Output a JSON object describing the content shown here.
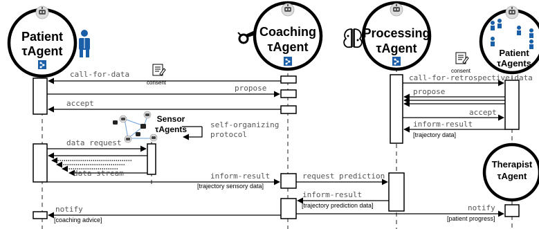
{
  "agents": {
    "patient": {
      "line1": "Patient",
      "line2": "τAgent"
    },
    "coaching": {
      "line1": "Coaching",
      "line2": "τAgent"
    },
    "processing": {
      "line1": "Processing",
      "line2": "τAgent"
    },
    "patients": {
      "line1": "Patient",
      "line2": "τAgents"
    },
    "therapist": {
      "line1": "Therapist",
      "line2": "τAgent"
    },
    "sensor": {
      "line1": "Sensor",
      "line2": "τAgents"
    }
  },
  "messages": {
    "call_for_data": "call-for-data",
    "consent_1": "consent",
    "propose_1": "propose",
    "accept_1": "accept",
    "self_org_1": "self-organizing",
    "self_org_2": "protocol",
    "data_request": "data request",
    "data_stream": "data stream",
    "inform_result_1": "inform-result",
    "traj_sensory": "[trajectory sensory data]",
    "request_prediction": "request prediction",
    "inform_result_2": "inform-result",
    "traj_prediction": "[trajectory prediction data]",
    "notify_1": "notify",
    "coaching_advice": "[coaching advice]",
    "notify_2": "notify",
    "patient_progress": "[patient progress]",
    "consent_2": "consent",
    "call_for_retro": "call-for-retrospective-data",
    "propose_2": "propose",
    "accept_2": "accept",
    "inform_result_3": "inform-result",
    "traj_data": "[trajectory data]"
  },
  "colors": {
    "line": "#000000",
    "text": "#555555",
    "accent_blue": "#1a5fa8",
    "dashed": "#444444"
  }
}
